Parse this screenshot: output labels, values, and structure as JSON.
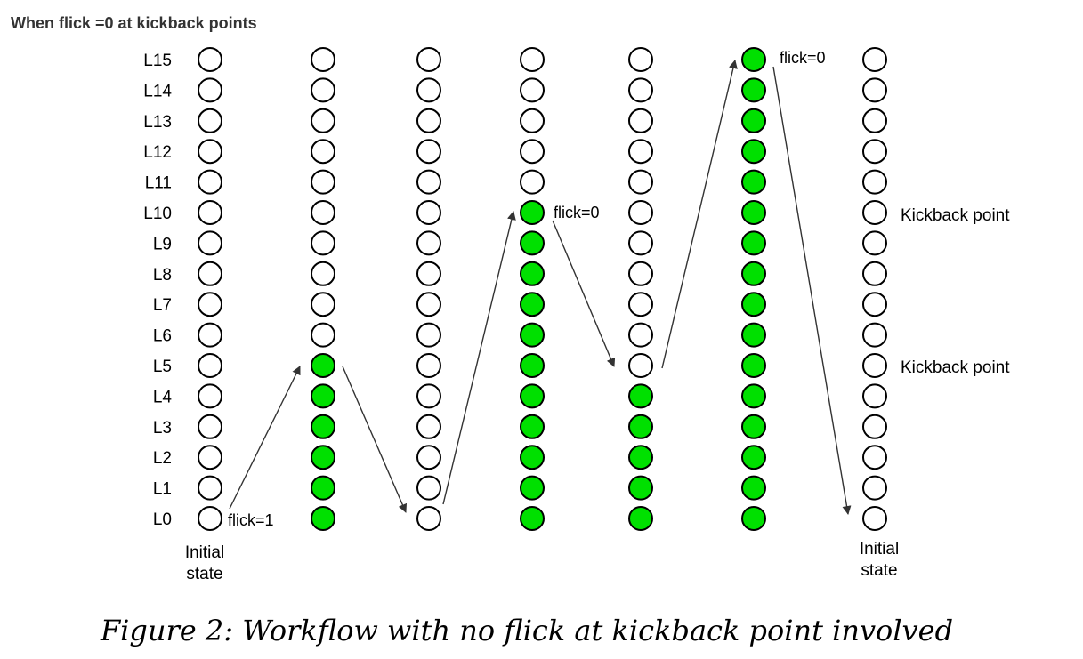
{
  "header_title": "When flick =0 at kickback points",
  "row_labels": [
    "L15",
    "L14",
    "L13",
    "L12",
    "L11",
    "L10",
    "L9",
    "L8",
    "L7",
    "L6",
    "L5",
    "L4",
    "L3",
    "L2",
    "L1",
    "L0"
  ],
  "columns": [
    {
      "filled_levels": []
    },
    {
      "filled_levels": [
        0,
        1,
        2,
        3,
        4,
        5
      ]
    },
    {
      "filled_levels": []
    },
    {
      "filled_levels": [
        0,
        1,
        2,
        3,
        4,
        5,
        6,
        7,
        8,
        9,
        10
      ]
    },
    {
      "filled_levels": [
        0,
        1,
        2,
        3,
        4
      ]
    },
    {
      "filled_levels": [
        0,
        1,
        2,
        3,
        4,
        5,
        6,
        7,
        8,
        9,
        10,
        11,
        12,
        13,
        14,
        15
      ]
    },
    {
      "filled_levels": []
    }
  ],
  "annotations": {
    "flick_start": "flick=1",
    "flick_l10": "flick=0",
    "flick_l15": "flick=0",
    "kickback_upper": "Kickback point",
    "kickback_lower": "Kickback point",
    "initial_left_line1": "Initial",
    "initial_left_line2": "state",
    "initial_right_line1": "Initial",
    "initial_right_line2": "state"
  },
  "caption": "Figure 2: Workflow with no flick at kickback point involved",
  "colors": {
    "filled": "#00e000",
    "stroke": "#000000",
    "arrow": "#333333",
    "empty": "#ffffff"
  }
}
